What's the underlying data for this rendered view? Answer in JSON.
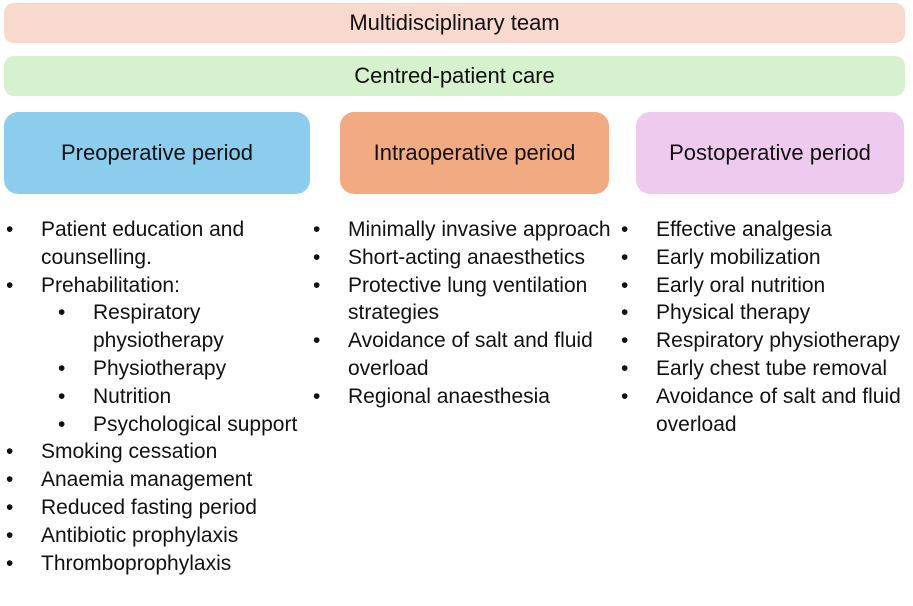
{
  "banners": {
    "team": "Multidisciplinary team",
    "care": "Centred-patient care"
  },
  "colors": {
    "team": "#f8d9cd",
    "care": "#d6f1cd",
    "preoperative": "#8ccdee",
    "intraoperative": "#f2aa82",
    "postoperative": "#efcaef"
  },
  "phases": {
    "pre": {
      "title": "Preoperative period",
      "items": [
        {
          "text": "Patient education and counselling.",
          "level": 1
        },
        {
          "text": "Prehabilitation:",
          "level": 1
        },
        {
          "text": "Respiratory physiotherapy",
          "level": 2
        },
        {
          "text": "Physiotherapy",
          "level": 2
        },
        {
          "text": "Nutrition",
          "level": 2
        },
        {
          "text": "Psychological support",
          "level": 2
        },
        {
          "text": "Smoking cessation",
          "level": 1
        },
        {
          "text": "Anaemia management",
          "level": 1
        },
        {
          "text": "Reduced fasting period",
          "level": 1
        },
        {
          "text": "Antibiotic prophylaxis",
          "level": 1
        },
        {
          "text": "Thromboprophylaxis",
          "level": 1
        }
      ]
    },
    "intra": {
      "title": "Intraoperative period",
      "items": [
        {
          "text": "Minimally invasive approach",
          "level": 1
        },
        {
          "text": "Short-acting anaesthetics",
          "level": 1
        },
        {
          "text": "Protective lung ventilation strategies",
          "level": 1
        },
        {
          "text": "Avoidance of salt and fluid overload",
          "level": 1
        },
        {
          "text": "Regional anaesthesia",
          "level": 1
        }
      ]
    },
    "post": {
      "title": "Postoperative period",
      "items": [
        {
          "text": "Effective analgesia",
          "level": 1
        },
        {
          "text": "Early mobilization",
          "level": 1
        },
        {
          "text": "Early oral nutrition",
          "level": 1
        },
        {
          "text": "Physical therapy",
          "level": 1
        },
        {
          "text": "Respiratory physiotherapy",
          "level": 1
        },
        {
          "text": "Early chest tube removal",
          "level": 1
        },
        {
          "text": "Avoidance of salt and fluid overload",
          "level": 1
        }
      ]
    }
  }
}
